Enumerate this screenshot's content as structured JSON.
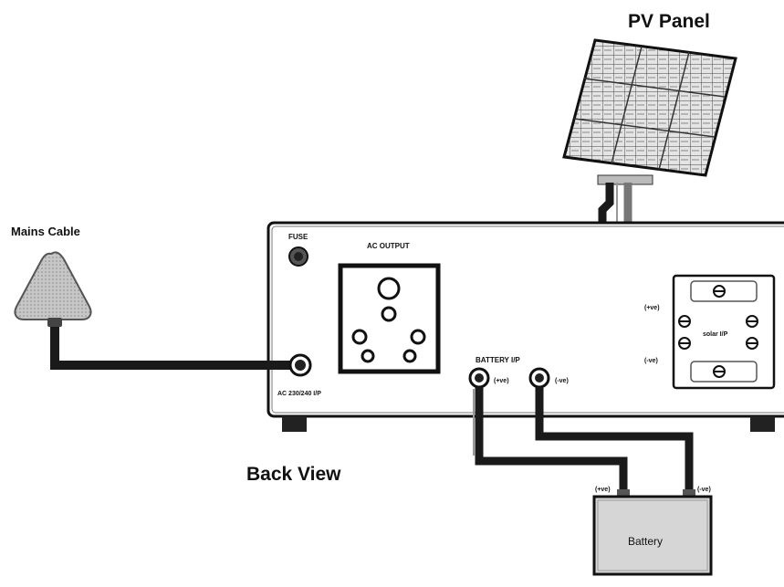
{
  "labels": {
    "pv_panel": "PV Panel",
    "mains_cable": "Mains Cable",
    "back_view": "Back View",
    "fuse": "FUSE",
    "ac_output": "AC OUTPUT",
    "ac_input": "AC 230/240 I/P",
    "battery_ip": "BATTERY I/P",
    "solar_ip": "solar I/P",
    "battery": "Battery"
  },
  "terminals": {
    "battery_pos": "(+ve)",
    "battery_neg": "(-ve)",
    "solar_pos": "(+ve)",
    "solar_neg": "(-ve)",
    "bat_box_pos": "(+ve)",
    "bat_box_neg": "(-ve)"
  },
  "colors": {
    "cable_dark": "#1a1a1a",
    "cable_grey": "#777777",
    "panel_fill": "#d9d9d9",
    "plug_fill": "#bdbdbd"
  }
}
